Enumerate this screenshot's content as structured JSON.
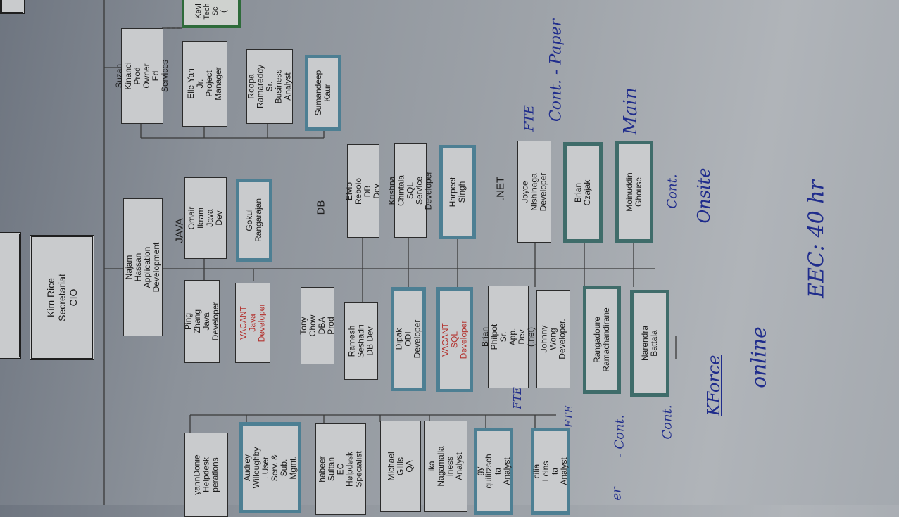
{
  "leadership": {
    "cio": "Kim Rice\nSecretariat CIO",
    "app_dev": "Najam Hassan\nApplication\nDevelopment"
  },
  "top_partial": "Kevi\nTech\nSc\n(",
  "prod_team": [
    {
      "text": "Suzan Kinanci\nProd Owner\nEd Services"
    },
    {
      "text": "Elle Yan\nJr. Project\nManager"
    },
    {
      "text": "Roopa\nRamareddy\nSr. Business\nAnalyst"
    },
    {
      "text": "Sumandeep\nKaur"
    }
  ],
  "sections": {
    "java": "JAVA",
    "db": "DB",
    "net": ".NET"
  },
  "java_team": [
    {
      "text": "Omair Ikram\nJava Dev"
    },
    {
      "text": "Gokul\nRangarajan"
    },
    {
      "text": "Ping Zhang\nJava\nDeveloper"
    },
    {
      "text": "VACANT\nJava\nDeveloper"
    }
  ],
  "db_team": [
    {
      "text": "Elvio Rebolo\nDB Dev"
    },
    {
      "text": "Krishna Chintala\nSQL Service\nDeveloper"
    },
    {
      "text": "Harpeet\nSingh"
    },
    {
      "text": "Tony Chow\nDBA Prod"
    },
    {
      "text": "Ramesh\nSeshadri\nDB Dev"
    },
    {
      "text": "Dipak\nODI Developer"
    },
    {
      "text": "VACANT\nSQL Developer"
    }
  ],
  "net_team": [
    {
      "text": "Joyce Nishinaga\nDeveloper"
    },
    {
      "text": "Brian Czajak"
    },
    {
      "text": "Moinuddin\nGhouse"
    },
    {
      "text": "Brian Philpot\nSr. App. Dev\n(.net)"
    },
    {
      "text": "Johnny Wong\nDeveloper."
    },
    {
      "text": "Rangadoure\nRamachandirane"
    },
    {
      "text": "Narendra\nBattala"
    }
  ],
  "helpdesk_team": [
    {
      "text": "yannDonie\nHelpdesk\nperations"
    },
    {
      "text": "Audrey\nWilloughby\n. User Serv. &\nSub. Mgmt."
    },
    {
      "text": "habeer Sultan\nEC Helpdesk\nSpecialist"
    },
    {
      "text": "Michael Gillis\nQA"
    },
    {
      "text": "ika Nagamalla\niness Analyst"
    },
    {
      "text": "gy quilitzsch\nta Analyst"
    },
    {
      "text": "cilia Leins\nta Analyst"
    }
  ],
  "handwriting": {
    "paper": "Cont. - Paper",
    "fte_top": "FTE",
    "main": "Main",
    "cont_onsite": "Cont.",
    "onsite": "Onsite",
    "fte_a": "FTE",
    "fte_b": "FTE",
    "cont_a": "- Cont.",
    "cont_b": "Cont.",
    "kforce": "KForce",
    "online": "online",
    "eec": "EEC: 40 hr",
    "edge": "er"
  },
  "colors": {
    "ink": "#1f2c8c",
    "vacant": "#b3332f",
    "blue_frame": "#4d7f93",
    "green_frame": "#2e6b3a"
  }
}
